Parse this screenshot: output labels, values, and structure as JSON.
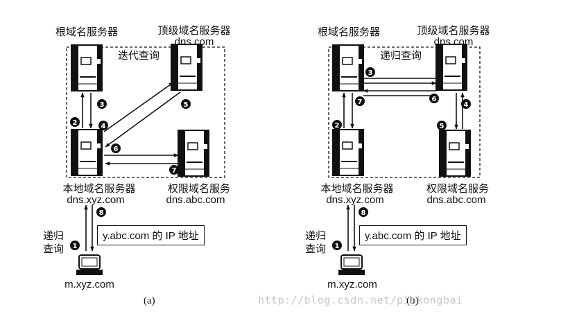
{
  "diagrams": [
    {
      "id": "a",
      "query_mode": "迭代查询",
      "caption": "(a)",
      "servers": {
        "root": {
          "name": "根域名服务器",
          "domain": ""
        },
        "tld": {
          "name": "顶级域名服务器",
          "domain": "dns.com"
        },
        "local": {
          "name": "本地域名服务器",
          "domain": "dns.xyz.com"
        },
        "auth": {
          "name": "权限域名服务",
          "domain": "dns.abc.com"
        }
      },
      "host": "m.xyz.com",
      "host_query": [
        "递归",
        "查询"
      ],
      "answer": "y.abc.com 的 IP 地址",
      "steps": [
        "1",
        "2",
        "3",
        "4",
        "5",
        "6",
        "7",
        "8"
      ]
    },
    {
      "id": "b",
      "query_mode": "递归查询",
      "caption": "(b)",
      "servers": {
        "root": {
          "name": "根域名服务器",
          "domain": ""
        },
        "tld": {
          "name": "顶级域名服务器",
          "domain": "dns.com"
        },
        "local": {
          "name": "本地域名服务器",
          "domain": "dns.xyz.com"
        },
        "auth": {
          "name": "权限域名服务",
          "domain": "dns.abc.com"
        }
      },
      "host": "m.xyz.com",
      "host_query": [
        "递归",
        "查询"
      ],
      "answer": "y.abc.com 的 IP 地址",
      "steps": [
        "1",
        "2",
        "3",
        "4",
        "5",
        "6",
        "7",
        "8"
      ]
    }
  ],
  "watermark": "http://blog.csdn.net/pinkongbai"
}
